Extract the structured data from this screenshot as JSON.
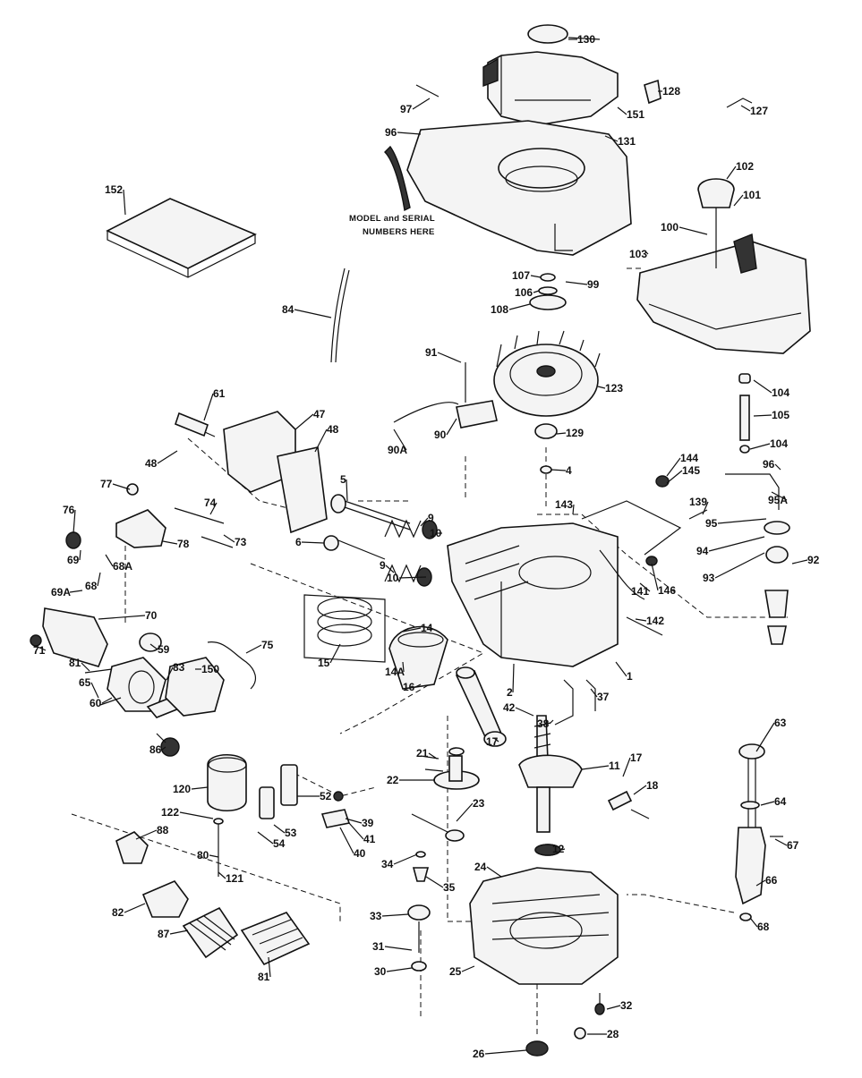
{
  "note": {
    "line1": "MODEL and SERIAL",
    "line2": "NUMBERS HERE"
  },
  "labels": [
    "130",
    "128",
    "127",
    "97",
    "151",
    "96",
    "131",
    "102",
    "101",
    "152",
    "100",
    "103",
    "107",
    "99",
    "106",
    "108",
    "84",
    "91",
    "123",
    "61",
    "47",
    "48",
    "48",
    "90A",
    "90",
    "129",
    "4",
    "144",
    "145",
    "96",
    "139",
    "77",
    "74",
    "6",
    "9",
    "10",
    "76",
    "73",
    "78",
    "69",
    "68A",
    "68",
    "9",
    "10",
    "94",
    "69A",
    "70",
    "14",
    "141",
    "146",
    "93",
    "92",
    "95",
    "59",
    "75",
    "142",
    "143",
    "71",
    "81",
    "83",
    "150",
    "15",
    "14A",
    "1",
    "2",
    "65",
    "60",
    "42",
    "16",
    "37",
    "38",
    "86",
    "17",
    "11",
    "21",
    "22",
    "63",
    "17",
    "18",
    "120",
    "52",
    "23",
    "122",
    "39",
    "53",
    "54",
    "41",
    "40",
    "12",
    "88",
    "80",
    "121",
    "34",
    "35",
    "24",
    "64",
    "67",
    "82",
    "33",
    "66",
    "87",
    "31",
    "25",
    "68",
    "30",
    "81",
    "32",
    "26",
    "28",
    "104",
    "105",
    "104",
    "95A",
    "5"
  ]
}
